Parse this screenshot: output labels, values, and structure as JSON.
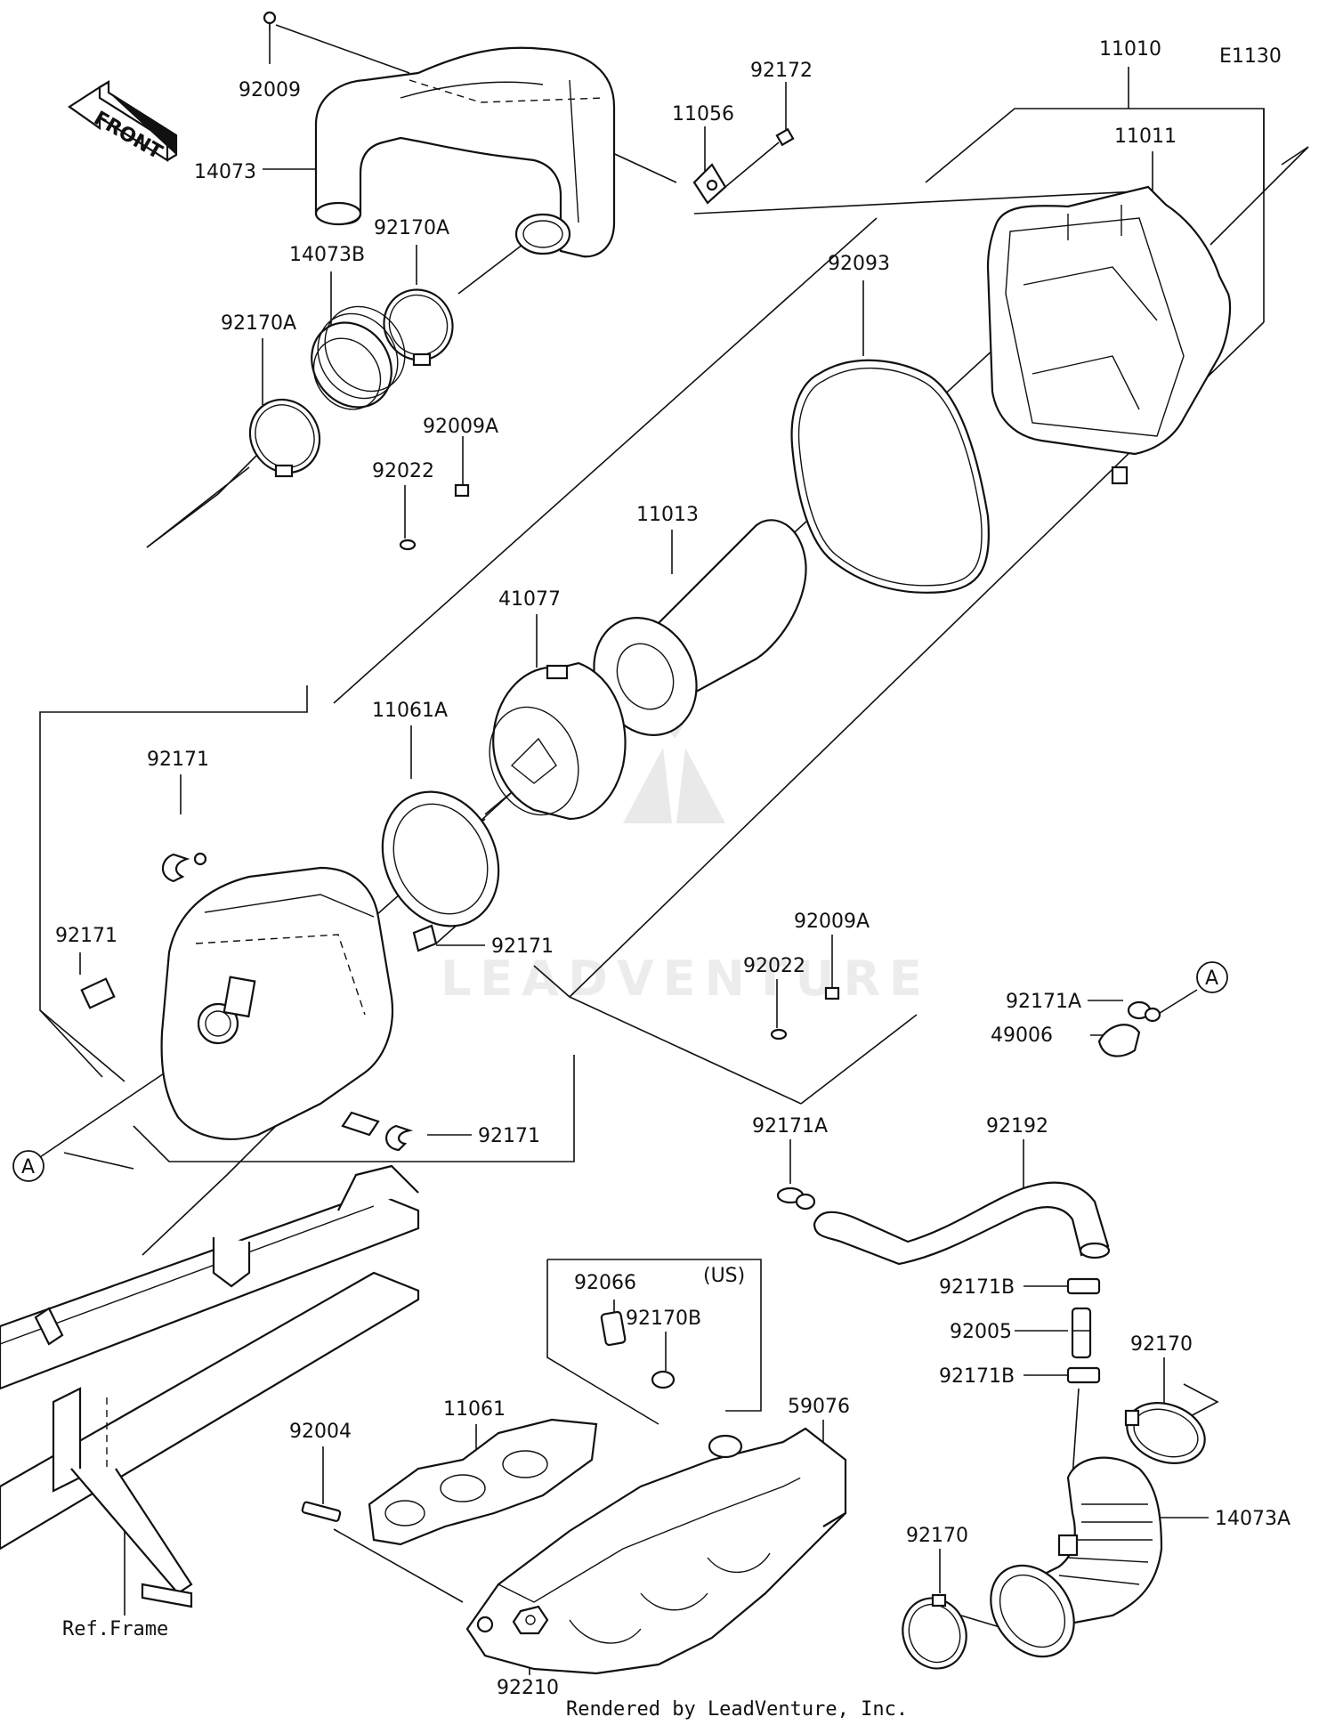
{
  "diagram_code": "E1130",
  "front_label": "FRONT",
  "ref_frame_label": "Ref.Frame",
  "region_note": "(US)",
  "connector_mark": "A",
  "watermark": "LEADVENTURE",
  "credit": "Rendered by LeadVenture, Inc.",
  "parts": {
    "p92009_top": "92009",
    "p14073": "14073",
    "p92170A_upper": "92170A",
    "p14073B": "14073B",
    "p92170A_lower": "92170A",
    "p92009A_upper": "92009A",
    "p92022_upper": "92022",
    "p11056": "11056",
    "p92172": "92172",
    "p11010": "11010",
    "p11011": "11011",
    "p92093": "92093",
    "p11013": "11013",
    "p41077": "41077",
    "p11061A": "11061A",
    "p92171_a": "92171",
    "p92171_b": "92171",
    "p92171_c": "92171",
    "p92171_d": "92171",
    "p92009A_lower": "92009A",
    "p92022_lower": "92022",
    "p92171A_right": "92171A",
    "p49006": "49006",
    "p92171A_mid": "92171A",
    "p92192": "92192",
    "p92171B_upper": "92171B",
    "p92005": "92005",
    "p92171B_lower": "92171B",
    "p92170_right": "92170",
    "p14073A": "14073A",
    "p92170_lower": "92170",
    "p92066": "92066",
    "p92170B": "92170B",
    "p11061": "11061",
    "p59076": "59076",
    "p92004": "92004",
    "p92210": "92210"
  }
}
